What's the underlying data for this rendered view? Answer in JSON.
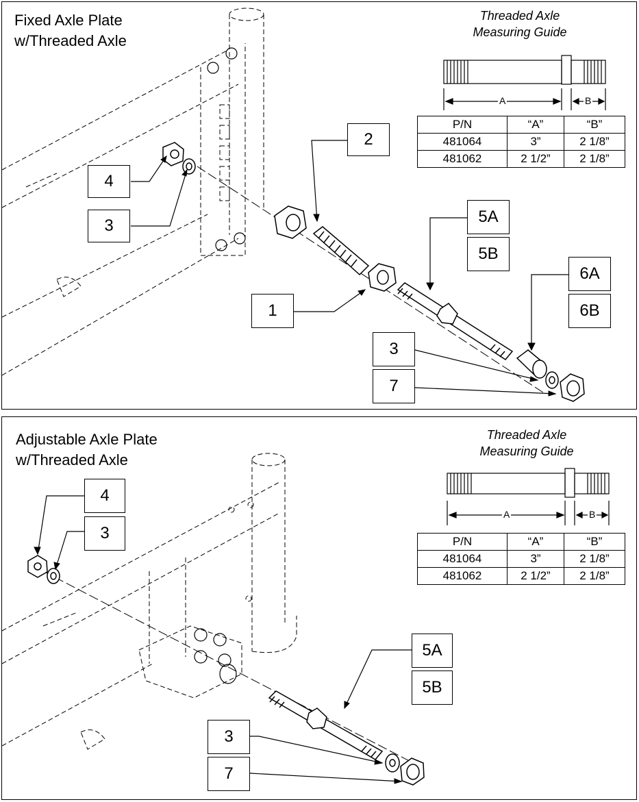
{
  "panels": [
    {
      "title_line1": "Fixed Axle Plate",
      "title_line2": "w/Threaded Axle",
      "guide_line1": "Threaded Axle",
      "guide_line2": "Measuring Guide",
      "dim_a": "A",
      "dim_b": "B",
      "table": {
        "headers": [
          "P/N",
          "“A”",
          "“B”"
        ],
        "rows": [
          [
            "481064",
            "3”",
            "2 1/8”"
          ],
          [
            "481062",
            "2 1/2”",
            "2 1/8”"
          ]
        ]
      },
      "callouts": [
        "4",
        "3",
        "2",
        "1",
        "5A",
        "5B",
        "6A",
        "6B",
        "3",
        "7"
      ]
    },
    {
      "title_line1": "Adjustable Axle Plate",
      "title_line2": "w/Threaded Axle",
      "guide_line1": "Threaded Axle",
      "guide_line2": "Measuring Guide",
      "dim_a": "A",
      "dim_b": "B",
      "table": {
        "headers": [
          "P/N",
          "“A”",
          "“B”"
        ],
        "rows": [
          [
            "481064",
            "3”",
            "2 1/8”"
          ],
          [
            "481062",
            "2 1/2”",
            "2 1/8”"
          ]
        ]
      },
      "callouts": [
        "4",
        "3",
        "5A",
        "5B",
        "3",
        "7"
      ]
    }
  ]
}
